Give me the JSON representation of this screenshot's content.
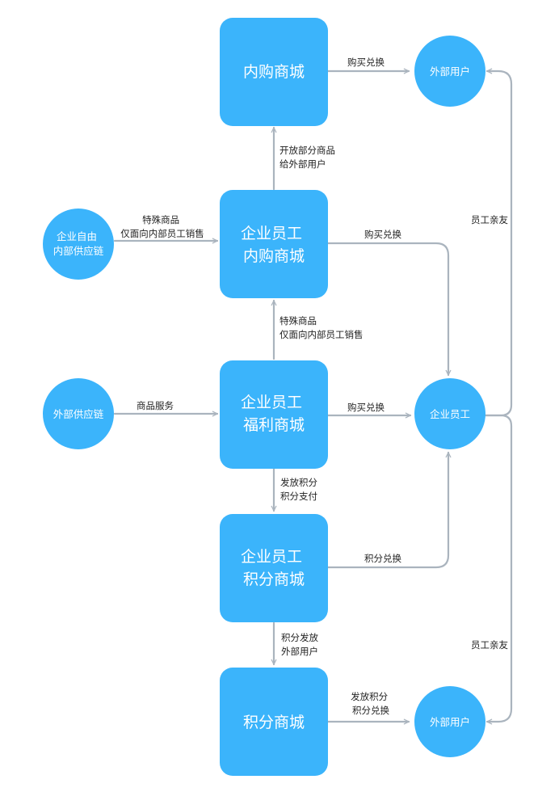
{
  "colors": {
    "node": "#3bb4fb",
    "edge": "#aab4be",
    "text": "#222222"
  },
  "nodes": {
    "internal_mall": {
      "lines": [
        "内购商城"
      ]
    },
    "employee_internal_mall": {
      "lines": [
        "企业员工",
        "内购商城"
      ]
    },
    "employee_welfare_mall": {
      "lines": [
        "企业员工",
        "福利商城"
      ]
    },
    "employee_points_mall": {
      "lines": [
        "企业员工",
        "积分商城"
      ]
    },
    "points_mall": {
      "lines": [
        "积分商城"
      ]
    },
    "own_supply_chain": {
      "lines": [
        "企业自由",
        "内部供应链"
      ]
    },
    "external_supply_chain": {
      "lines": [
        "外部供应链"
      ]
    },
    "external_user_top": {
      "lines": [
        "外部用户"
      ]
    },
    "employee": {
      "lines": [
        "企业员工"
      ]
    },
    "external_user_bottom": {
      "lines": [
        "外部用户"
      ]
    }
  },
  "edge_labels": {
    "internal_to_external_top": [
      "购买兑换"
    ],
    "open_goods_to_external": [
      "开放部分商品",
      "给外部用户"
    ],
    "special_goods_own_supply": [
      "特殊商品",
      "仅面向内部员工销售"
    ],
    "employee_internal_to_employee": [
      "购买兑换"
    ],
    "special_goods_welfare": [
      "特殊商品",
      "仅面向内部员工销售"
    ],
    "goods_service": [
      "商品服务"
    ],
    "welfare_to_employee": [
      "购买兑换"
    ],
    "issue_points_pay": [
      "发放积分",
      "积分支付"
    ],
    "points_exchange_employee": [
      "积分兑换"
    ],
    "points_issue_external": [
      "积分发放",
      "外部用户"
    ],
    "points_mall_to_external": [
      "发放积分",
      "积分兑换"
    ],
    "relatives_top": [
      "员工亲友"
    ],
    "relatives_bottom": [
      "员工亲友"
    ]
  }
}
